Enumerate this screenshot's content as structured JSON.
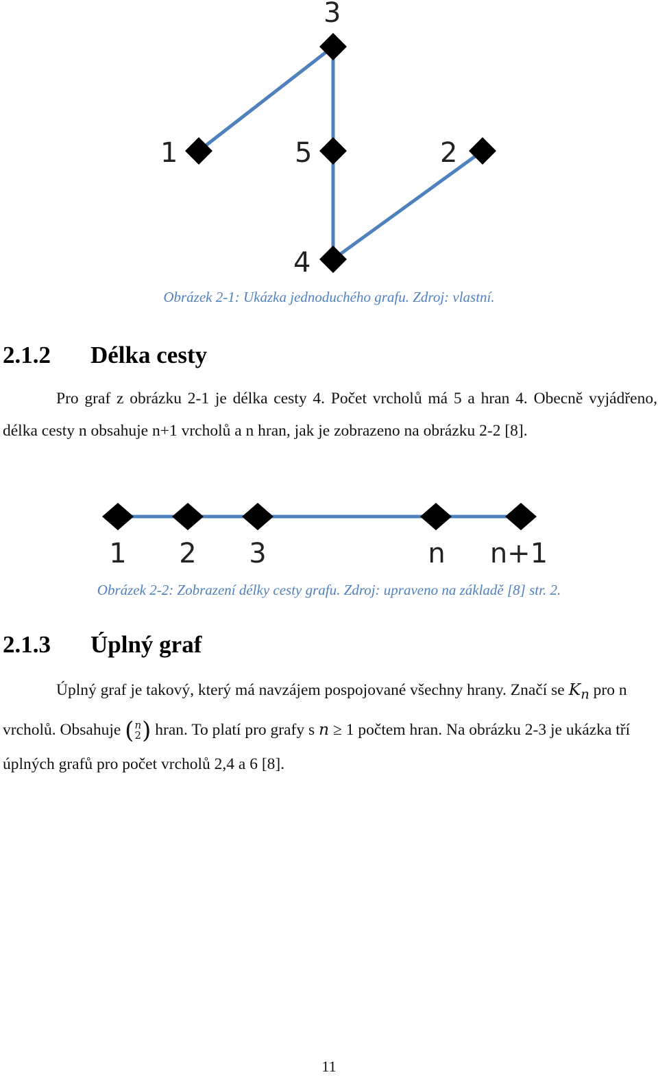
{
  "figure1": {
    "nodes": [
      {
        "id": "1",
        "label": "1"
      },
      {
        "id": "2",
        "label": "2"
      },
      {
        "id": "3",
        "label": "3"
      },
      {
        "id": "4",
        "label": "4"
      },
      {
        "id": "5",
        "label": "5"
      }
    ],
    "edges": [
      [
        "1",
        "3"
      ],
      [
        "3",
        "5"
      ],
      [
        "5",
        "4"
      ],
      [
        "4",
        "2"
      ]
    ],
    "caption": "Obrázek 2-1: Ukázka jednoduchého grafu. Zdroj: vlastní."
  },
  "section_212": {
    "number": "2.1.2",
    "title": "Délka cesty",
    "paragraph": "Pro graf z obrázku 2-1 je délka cesty 4. Počet vrcholů má 5 a hran 4. Obecně vyjádřeno, délka cesty n obsahuje n+1 vrcholů a n hran, jak je zobrazeno na obrázku 2-2 [8]."
  },
  "figure2": {
    "labels": [
      "1",
      "2",
      "3",
      "n",
      "n+1"
    ],
    "caption": "Obrázek 2-2: Zobrazení délky cesty grafu. Zdroj: upraveno na základě [8] str. 2."
  },
  "section_213": {
    "number": "2.1.3",
    "title": "Úplný graf",
    "p_part1": "Úplný graf je takový, který má navzájem pospojované všechny hrany. Značí se",
    "kn": "K",
    "kn_sub": "n",
    "p_part2": "pro n vrcholů. Obsahuje",
    "binom_top": "n",
    "binom_bottom": "2",
    "p_part3": "hran. To platí pro grafy s",
    "cond_var": "n",
    "cond_rest": "≥ 1",
    "p_part4": "počtem hran. Na obrázku 2-3 je ukázka tří úplných grafů pro počet vrcholů 2,4 a 6 [8]."
  },
  "page_number": "11",
  "colors": {
    "edge": "#4f81bd",
    "caption": "#4f81bd"
  }
}
